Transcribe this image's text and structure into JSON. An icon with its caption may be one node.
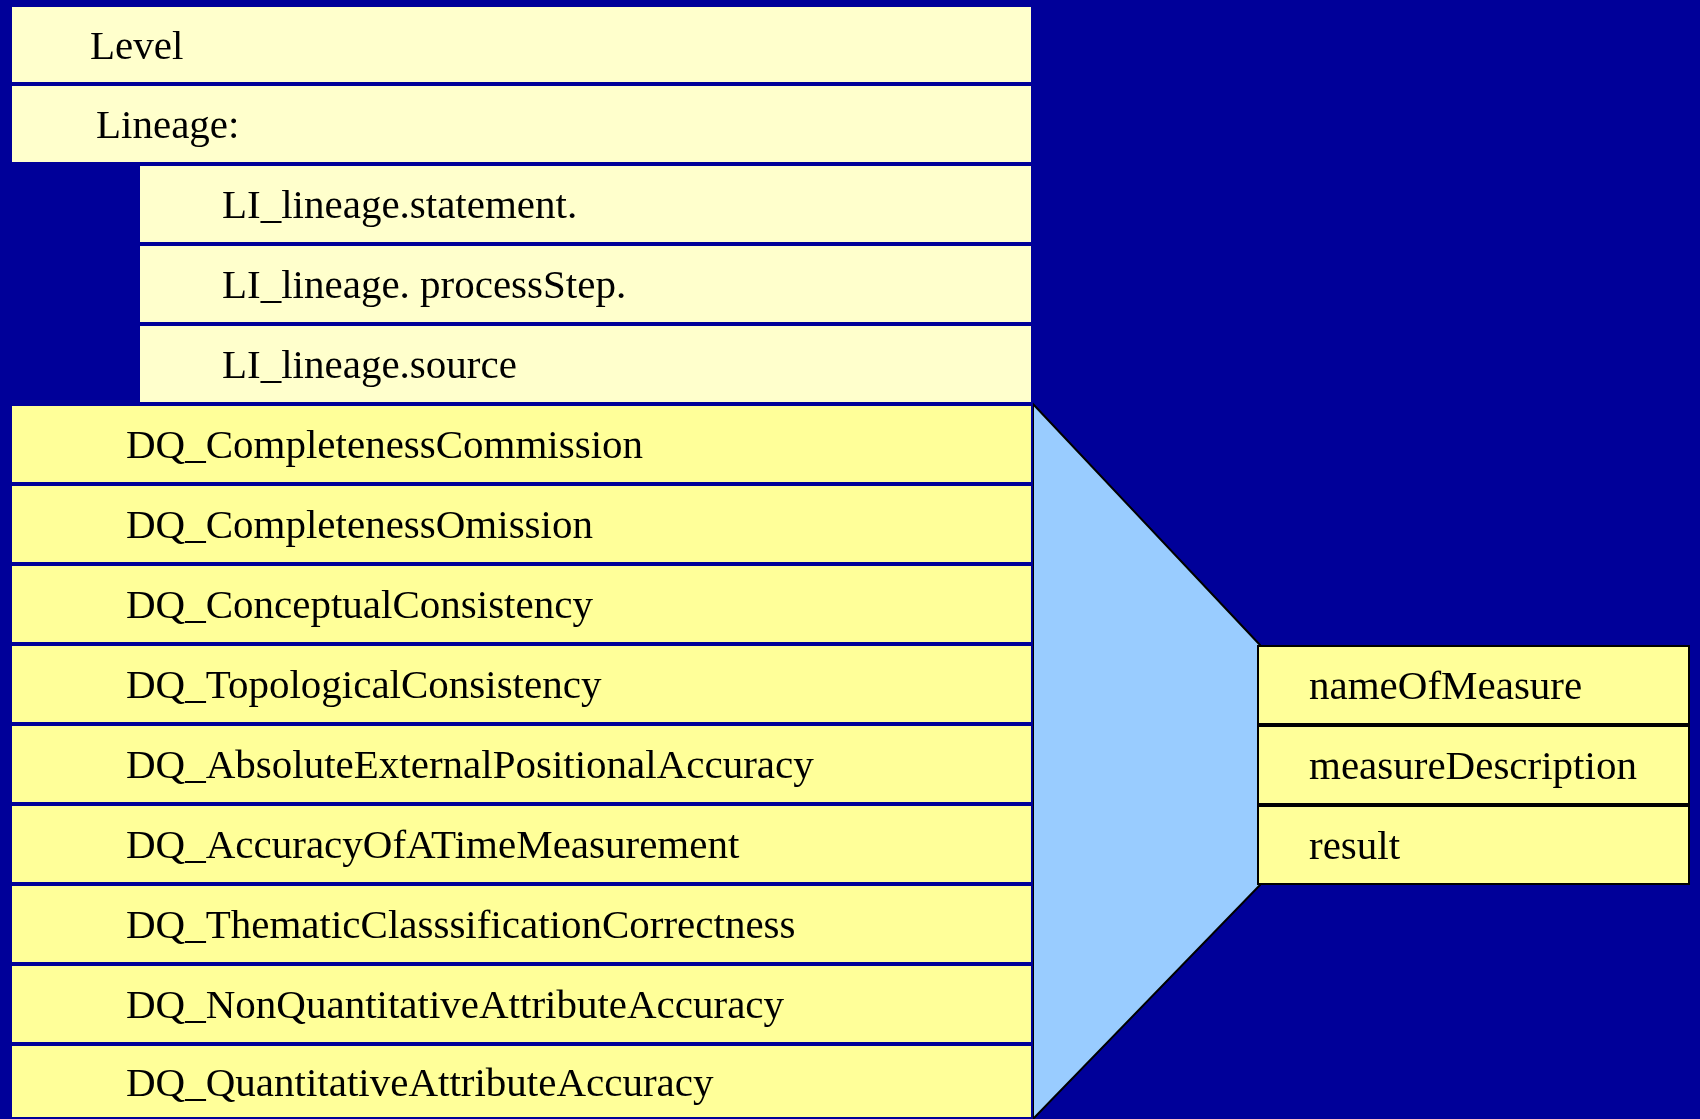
{
  "diagram": {
    "nodes": [
      {
        "text": [
          "Level"
        ]
      },
      {
        "text": [
          "Lineage:"
        ]
      },
      {
        "text": [
          "LI_lineage.statement."
        ]
      },
      {
        "text": [
          "LI_lineage. processStep."
        ]
      },
      {
        "text": [
          "LI_lineage.source"
        ]
      },
      {
        "text": [
          "DQ_CompletenessCommission"
        ]
      },
      {
        "text": [
          "DQ_CompletenessOmission"
        ]
      },
      {
        "text": [
          "DQ_ConceptualConsistency"
        ]
      },
      {
        "text": [
          "DQ_TopologicalConsistency"
        ]
      },
      {
        "text": [
          "DQ_AbsoluteExternalPositionalAccuracy"
        ]
      },
      {
        "text": [
          "DQ_AccuracyOfATimeMeasurement"
        ]
      },
      {
        "text": [
          "DQ_ThematicClasssificationCorrectness"
        ]
      },
      {
        "text": [
          "DQ_NonQuantitativeAttributeAccuracy"
        ]
      },
      {
        "text": [
          "DQ_QuantitativeAttributeAccuracy"
        ]
      },
      {
        "text": [
          "nameOfMeasure"
        ]
      },
      {
        "text": [
          "measureDescription"
        ]
      },
      {
        "text": [
          "result"
        ]
      }
    ]
  }
}
